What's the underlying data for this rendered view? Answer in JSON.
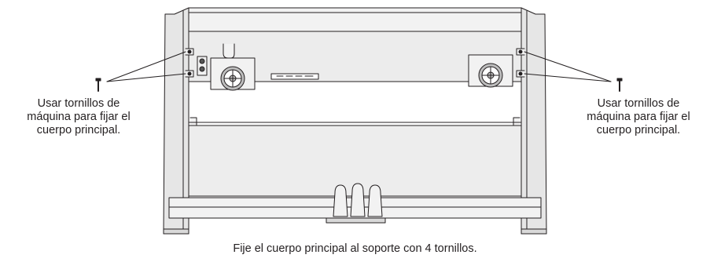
{
  "figure": {
    "callout_left": {
      "line1": "Usar tornillos de",
      "line2": "máquina para fijar el",
      "line3": "cuerpo principal."
    },
    "callout_right": {
      "line1": "Usar tornillos de",
      "line2": "máquina para fijar el",
      "line3": "cuerpo principal."
    },
    "caption": "Fije el cuerpo principal al soporte con 4 tornillos."
  },
  "colors": {
    "line": "#231f20",
    "panel_light": "#f2f2f2",
    "panel_mid": "#e6e6e6",
    "panel_dark": "#d9d9d9",
    "fan_grey": "#bdbdbd",
    "background": "#ffffff"
  }
}
